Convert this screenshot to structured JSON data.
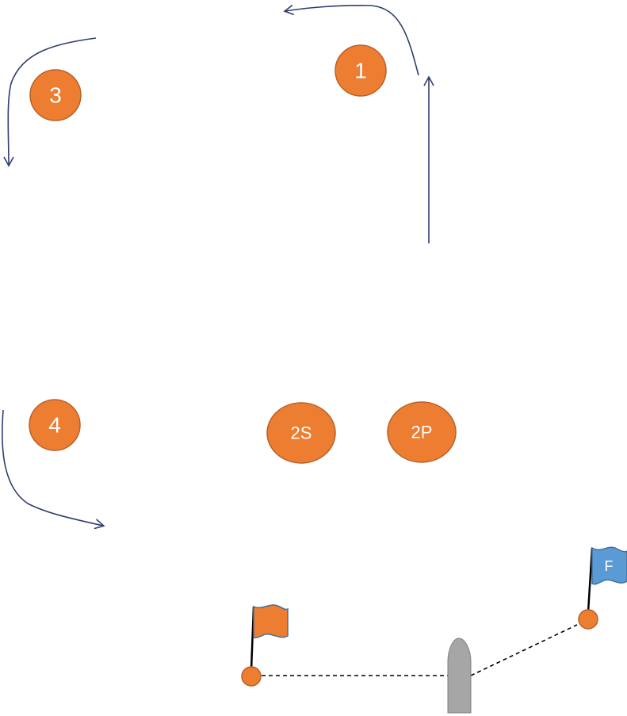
{
  "colors": {
    "mark_fill": "#ed7d31",
    "mark_stroke": "#b8612a",
    "arrow": "#2f3d6e",
    "flag_orange": "#ed7d31",
    "flag_blue": "#5b9bd5",
    "flag_stroke": "#41719c",
    "boat": "#a6a6a6",
    "boat_stroke": "#7f7f7f",
    "start_line": "#000000"
  },
  "marks": {
    "mark_1": "1",
    "mark_2s": "2S",
    "mark_2p": "2P",
    "mark_3": "3",
    "mark_4": "4"
  },
  "flags": {
    "finish_flag": "F"
  },
  "icons": {
    "pin_flag": "orange-flag-icon",
    "finish_flag": "blue-flag-icon",
    "committee_boat": "boat-icon"
  }
}
